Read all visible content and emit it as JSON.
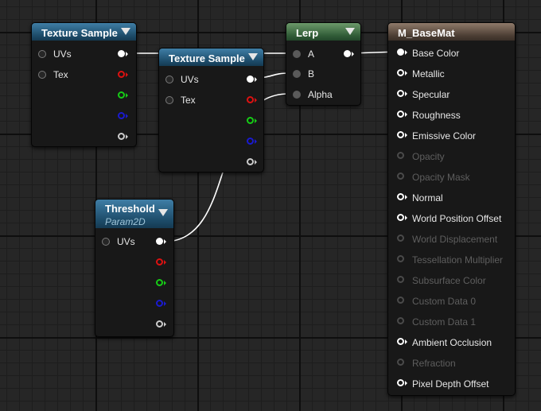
{
  "nodes": {
    "tex1": {
      "title": "Texture Sample",
      "inputs": [
        "UVs",
        "Tex"
      ]
    },
    "tex2": {
      "title": "Texture Sample",
      "inputs": [
        "UVs",
        "Tex"
      ]
    },
    "lerp": {
      "title": "Lerp",
      "inputs": [
        "A",
        "B",
        "Alpha"
      ]
    },
    "threshold": {
      "title": "Threshold",
      "subtitle": "Param2D",
      "output": "UVs"
    },
    "material": {
      "title": "M_BaseMat",
      "inputs": [
        {
          "label": "Base Color",
          "enabled": true
        },
        {
          "label": "Metallic",
          "enabled": true
        },
        {
          "label": "Specular",
          "enabled": true
        },
        {
          "label": "Roughness",
          "enabled": true
        },
        {
          "label": "Emissive Color",
          "enabled": true
        },
        {
          "label": "Opacity",
          "enabled": false
        },
        {
          "label": "Opacity Mask",
          "enabled": false
        },
        {
          "label": "Normal",
          "enabled": true
        },
        {
          "label": "World Position Offset",
          "enabled": true
        },
        {
          "label": "World Displacement",
          "enabled": false
        },
        {
          "label": "Tessellation Multiplier",
          "enabled": false
        },
        {
          "label": "Subsurface Color",
          "enabled": false
        },
        {
          "label": "Custom Data 0",
          "enabled": false
        },
        {
          "label": "Custom Data 1",
          "enabled": false
        },
        {
          "label": "Ambient Occlusion",
          "enabled": true
        },
        {
          "label": "Refraction",
          "enabled": false
        },
        {
          "label": "Pixel Depth Offset",
          "enabled": true
        }
      ]
    }
  },
  "colors": {
    "header_texture": "#1c4a67",
    "header_lerp": "#2f5a36",
    "header_material": "#4a3c32",
    "pin_red": "#dd1111",
    "pin_green": "#16cc16",
    "pin_blue": "#1a1ad0",
    "pin_alpha": "#cccccc",
    "wire": "#ffffff"
  }
}
